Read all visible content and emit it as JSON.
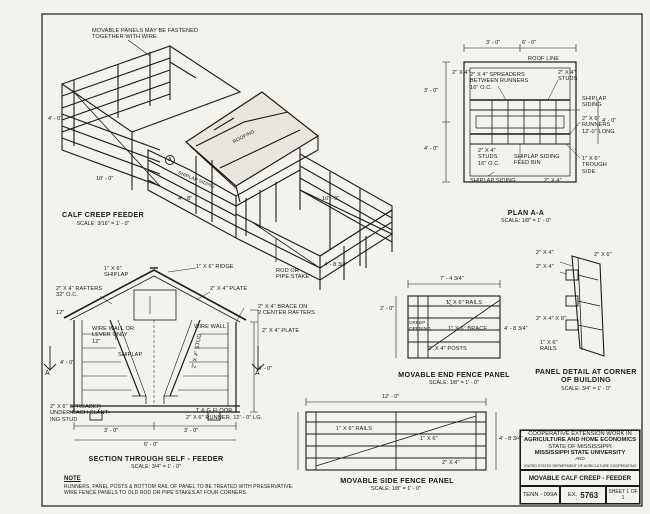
{
  "note_top": "MOVABLE PANELS MAY BE FASTENED\nTOGETHER WITH WIRE",
  "calf_feeder": {
    "title": "CALF CREEP FEEDER",
    "scale": "SCALE: 3/16\" = 1' - 0\"",
    "roofing": "ROOFING",
    "shiplap": "SHIPLAP SIDING",
    "marker": "A",
    "dims": [
      "4' - 0\"",
      "4' - 8\"",
      "10' - 0\"",
      "10' - 0\"",
      "4' - 8 3/4\""
    ]
  },
  "plan": {
    "title": "PLAN  A-A",
    "scale": "SCALE: 1/8\" = 1' - 0\"",
    "labels": {
      "roof_line": "ROOF LINE",
      "spreaders": "2\" X 4\" SPREADERS\nBETWEEN RUNNERS\n16\" O.C.",
      "studs_top": "2\" X 4\"\nSTUDS",
      "shiplap_siding_r": "SHIPLAP\nSIDING",
      "runners": "2\" X 6\"\nRUNNERS\n12'-0\" LONG",
      "studs_mid": "2\" X 4\"\nSTUDS\n16\" O.C.",
      "shiplap_feed": "SHIPLAP SIDING\nFEED BIN",
      "trough": "1\" X 6\"\nTROUGH\nSIDE",
      "shiplap_siding_l": "SHIPLAP SIDING",
      "plank": "2\" X 4\"",
      "two_by_four": "2\" X 4\""
    },
    "dims": [
      "3' - 0\"",
      "6' - 0\"",
      "3' - 0\"",
      "4' - 0\"",
      "4' - 0\""
    ]
  },
  "section": {
    "title": "SECTION  THROUGH  SELF - FEEDER",
    "scale": "SCALE: 3/4\" = 1' - 0\"",
    "labels": {
      "ridge": "1\" X 6\" RIDGE",
      "shiplap": "1\" X 6\"\nSHIPLAP",
      "rafters": "2\" X 4\" RAFTERS\n32\" O.C.",
      "plate_top": "2\" X 4\" PLATE",
      "wire_rod": "ROD OR\nPIPE STAKE",
      "brace": "2\" X 4\" BRACE ON\n2 CENTER RAFTERS",
      "plate_side": "2\" X 4\" PLATE",
      "wire_wall": "WIRE WALL",
      "shiplap_mid": "SHIPLAP",
      "spreader": "2\" X 6\" SPREADER\nUNDER EACH SLANT-\nING STUD",
      "floor": "T & G FLOOR",
      "runner": "2\" X 6\" RUNNER, 12' - 0\" LG.",
      "stud_vert": "2\" X 4\" STUD",
      "wire_gap": "WIRE WALL OR\nLEVER ONLY\n12\"",
      "marker_a1": "A",
      "marker_a2": "A"
    },
    "dims": [
      "3' - 0\"",
      "3' - 0\"",
      "6' - 0\"",
      "4' - 0\"",
      "4' - 0\"",
      "12\""
    ]
  },
  "end_panel": {
    "title": "MOVABLE END FENCE PANEL",
    "scale": "SCALE: 1/8\" = 1' - 0\"",
    "labels": {
      "rails": "1\" X 6\" RAILS",
      "brace": "1\" X 6\" BRACE",
      "posts": "2\" X 4\" POSTS",
      "creep": "CREEP\nOPENING"
    },
    "dims": [
      "7' - 4 3/4\"",
      "2' - 0\"",
      "4' - 8 3/4\""
    ]
  },
  "panel_detail": {
    "title": "PANEL  DETAIL  AT  CORNER\nOF  BUILDING",
    "scale": "SCALE: 3/4\" = 1' - 0\"",
    "labels": {
      "top_a": "2\" X 4\"",
      "top_b": "2\" X 4\"",
      "top_c": "2\" X 6\"",
      "mid": "2\" X 4\" X 8\"",
      "rails": "1\" X 6\"\nRAILS"
    }
  },
  "side_panel": {
    "title": "MOVABLE  SIDE  FENCE  PANEL",
    "scale": "SCALE: 1/8\" = 1' - 0\"",
    "labels": {
      "rails": "1\" X 6\" RAILS",
      "brace": "1\" X 6\"",
      "posts": "2\" X 4\""
    },
    "dims": [
      "12' - 0\"",
      "4' - 8 3/4\""
    ]
  },
  "note": {
    "head": "NOTE",
    "text": "RUNNERS, PANEL POSTS & BOTTOM RAIL OF PANEL TO BE TREATED WITH PRESERVATIVE.\nWIRE FENCE PANELS TO OLD ROD OR PIPE STAKES AT FOUR CORNERS."
  },
  "title_block": {
    "line1": "COOPERATIVE EXTENSION WORK IN",
    "line2": "AGRICULTURE AND HOME ECONOMICS",
    "line3": "STATE OF MISSISSIPPI",
    "line4": "MISSISSIPPI STATE UNIVERSITY",
    "line5": "AND",
    "line6": "UNITED STATES DEPARTMENT OF AGRICULTURE COOPERATING",
    "project": "MOVABLE  CALF  CREEP - FEEDER",
    "plan_no": "TENN - 099A",
    "ex_label": "EX.",
    "ex_no": "5763",
    "sheet": "SHEET 1 OF 1"
  }
}
